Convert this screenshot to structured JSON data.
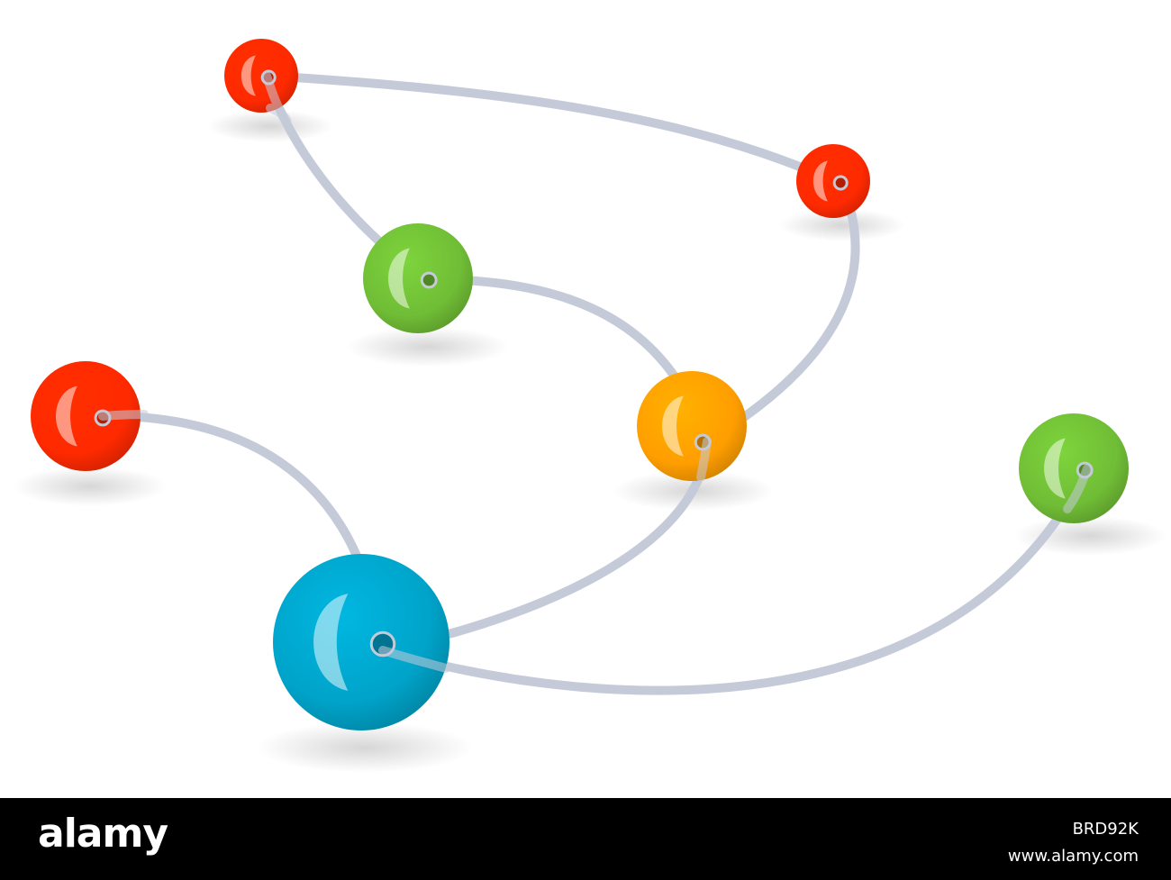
{
  "footer": {
    "brand": "alamy",
    "image_id": "BRD92K",
    "site_url": "www.alamy.com"
  },
  "diagram": {
    "connector_color": "#c5cad9",
    "nodes": [
      {
        "id": "red-top",
        "color": "red"
      },
      {
        "id": "red-right",
        "color": "red"
      },
      {
        "id": "green-upper",
        "color": "green"
      },
      {
        "id": "orange-center",
        "color": "orange"
      },
      {
        "id": "red-left",
        "color": "red"
      },
      {
        "id": "green-right",
        "color": "green"
      },
      {
        "id": "blue-large",
        "color": "blue"
      }
    ],
    "edges": [
      [
        "red-top",
        "red-right"
      ],
      [
        "red-top",
        "green-upper"
      ],
      [
        "green-upper",
        "orange-center"
      ],
      [
        "red-right",
        "orange-center"
      ],
      [
        "orange-center",
        "blue-large"
      ],
      [
        "red-left",
        "blue-large"
      ],
      [
        "blue-large",
        "green-right"
      ]
    ],
    "palette": {
      "red": "#ff2a00",
      "green": "#70bd36",
      "orange": "#ff9e00",
      "blue": "#00a3c9"
    }
  }
}
